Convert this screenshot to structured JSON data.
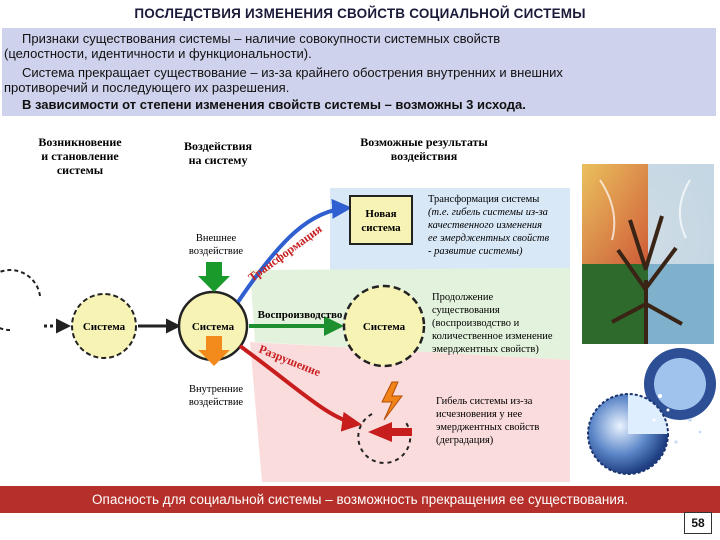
{
  "title": "ПОСЛЕДСТВИЯ ИЗМЕНЕНИЯ СВОЙСТВ СОЦИАЛЬНОЙ СИСТЕМЫ",
  "intro": {
    "line1": "Признаки существования системы – наличие совокупности системных свойств",
    "line2": "(целостности, идентичности и функциональности).",
    "line3": "Система прекращает существование – из-за крайнего обострения внутренних и внешних",
    "line4": "противоречий и последующего их разрешения.",
    "line5": "В зависимости от степени изменения свойств системы – возможны 3 исхода."
  },
  "diagram": {
    "col1_l1": "Возникновение",
    "col1_l2": "и становление",
    "col1_l3": "системы",
    "col2_l1": "Воздействия",
    "col2_l2": "на систему",
    "col3_l1": "Возможные результаты",
    "col3_l2": "воздействия",
    "node_left": "Система",
    "node_center": "Система",
    "node_right": "Система",
    "new_system_l1": "Новая",
    "new_system_l2": "система",
    "external_l1": "Внешнее",
    "external_l2": "воздействие",
    "internal_l1": "Внутренние",
    "internal_l2": "воздействие",
    "transformation_label": "Трансформация",
    "reproduction_label": "Воспроизводство",
    "destruction_label": "Разрушение",
    "result1_l1": "Трансформация системы",
    "result1_l2": "(т.е. гибель системы из-за",
    "result1_l3": "качественного изменения",
    "result1_l4": "ее эмерджентных свойств",
    "result1_l5": "- развитие системы)",
    "result2_l1": "Продолжение",
    "result2_l2": "существования",
    "result2_l3": "(воспроизводство и",
    "result2_l4": "количественное изменение",
    "result2_l5": "эмерджентных свойств)",
    "result3_l1": "Гибель системы из-за",
    "result3_l2": "исчезновения у нее",
    "result3_l3": "эмерджентных свойств",
    "result3_l4": "(деградация)"
  },
  "colors": {
    "band_top": "#d9e8f7",
    "band_middle": "#e3f2dc",
    "band_bottom": "#fbdcdc",
    "circle_fill": "#f7f3b5",
    "arrow_blue": "#2f5fd0",
    "arrow_green": "#1d8f2e",
    "arrow_red": "#c81d1d",
    "banner": "#b5302a",
    "intro_bg": "#cfd2ec"
  },
  "images": {
    "left_image": "four-seasons-tree-illustration",
    "right_image": "cut-away-sphere-illustration"
  },
  "banner": "Опасность для социальной системы – возможность прекращения ее существования.",
  "page_number": "58"
}
